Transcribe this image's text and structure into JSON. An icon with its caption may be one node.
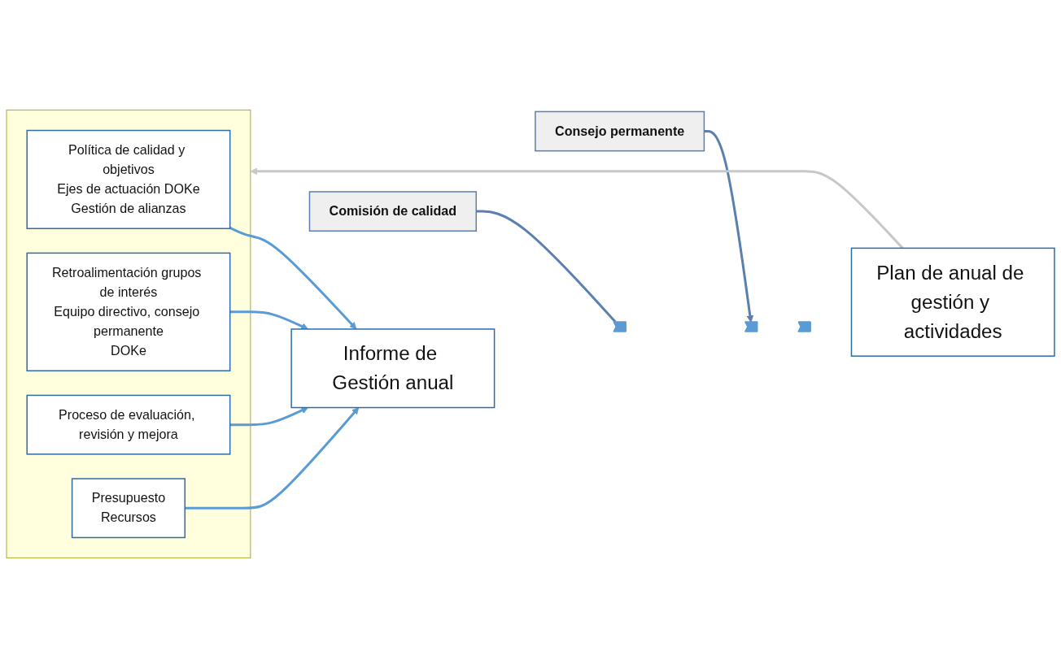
{
  "diagram": {
    "nodes": [
      {
        "text": [],
        "shape": "box"
      },
      {
        "text": [
          "Política de calidad y objetivos",
          "Ejes de actuación DOKe",
          "Gestión de alianzas"
        ],
        "in": 0
      },
      {
        "text": [
          "Retroalimentación grupos de interés",
          "Equipo directivo, consejo permanente",
          "DOKe"
        ],
        "in": 0
      },
      {
        "text": [
          "Proceso de evaluación, revisión y mejora"
        ],
        "in": 0
      },
      {
        "text": [
          "Presupuesto",
          "Recursos"
        ],
        "in": 0
      },
      {
        "text": [
          "Informe de Gestión anual"
        ]
      },
      {
        "text": [
          "Comisión de calidad"
        ]
      },
      {
        "text": [
          "Consejo permanente"
        ]
      },
      {
        "text": [],
        "shape": "chevron"
      },
      {
        "text": [],
        "shape": "chevron"
      },
      {
        "text": [],
        "shape": "chevron"
      },
      {
        "text": [
          "Plan de anual de gestión y actividades"
        ]
      }
    ],
    "edges": [
      {
        "from": 1,
        "to": 5,
        "arrow": "to"
      },
      {
        "from": 2,
        "to": 5,
        "arrow": "to"
      },
      {
        "from": 3,
        "to": 5,
        "arrow": "to"
      },
      {
        "from": 4,
        "to": 5,
        "arrow": "to"
      },
      {
        "from": 6,
        "to": 8,
        "arrow": "none",
        "color": "#5b7fae"
      },
      {
        "from": 7,
        "to": 9,
        "arrow": "to",
        "color": "#5b7fae"
      },
      {
        "from": 11,
        "to": 0,
        "arrow": "to",
        "color": "#c8c8c8"
      }
    ]
  }
}
